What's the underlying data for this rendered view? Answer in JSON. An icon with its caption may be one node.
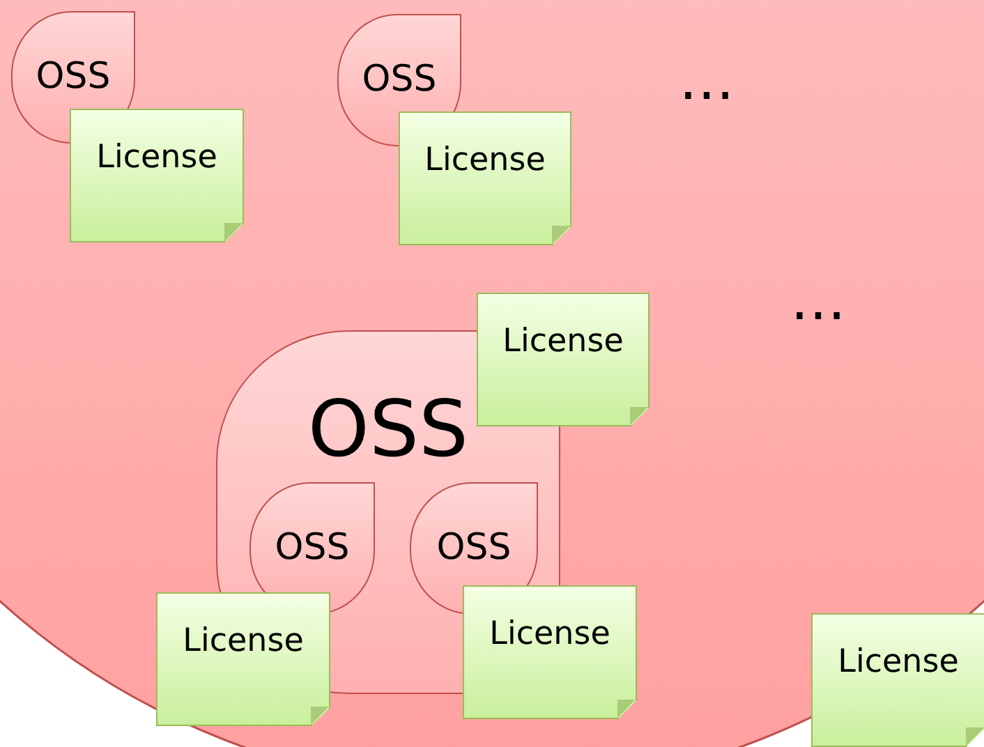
{
  "diagram": {
    "nodes": [
      {
        "text": [
          "OSS"
        ]
      },
      {
        "text": [
          "License"
        ]
      },
      {
        "text": [
          "OSS"
        ]
      },
      {
        "text": [
          "License"
        ]
      },
      {
        "text": [
          "License"
        ]
      },
      {
        "text": [
          "OSS"
        ]
      },
      {
        "text": [
          "OSS"
        ],
        "in": 5
      },
      {
        "text": [
          "OSS"
        ],
        "in": 5
      },
      {
        "text": [
          "License"
        ]
      },
      {
        "text": [
          "License"
        ]
      },
      {
        "text": [
          "License"
        ]
      }
    ],
    "labels": [
      "…",
      "…"
    ]
  }
}
